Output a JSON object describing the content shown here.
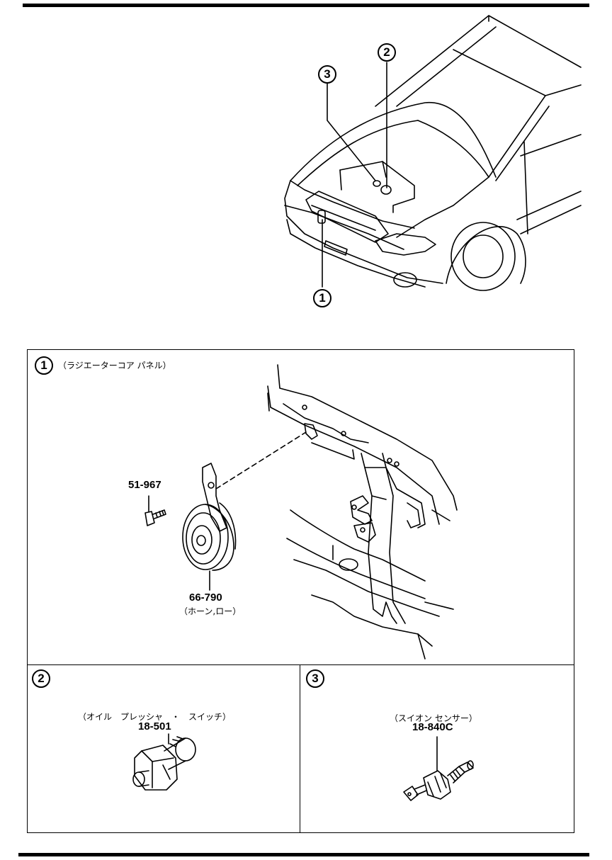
{
  "overview": {
    "callouts": [
      "3",
      "2",
      "1"
    ]
  },
  "panel1": {
    "number": "1",
    "title": "（ラジエーターコア パネル）",
    "parts": [
      {
        "code": "51-967",
        "desc": ""
      },
      {
        "code": "66-790",
        "desc": "（ホーン,ロー）"
      }
    ]
  },
  "panel2": {
    "number": "2",
    "desc": "（オイル　プレッシャ　・　スイッチ）",
    "code": "18-501"
  },
  "panel3": {
    "number": "3",
    "desc": "（スイオン センサー）",
    "code": "18-840C"
  }
}
